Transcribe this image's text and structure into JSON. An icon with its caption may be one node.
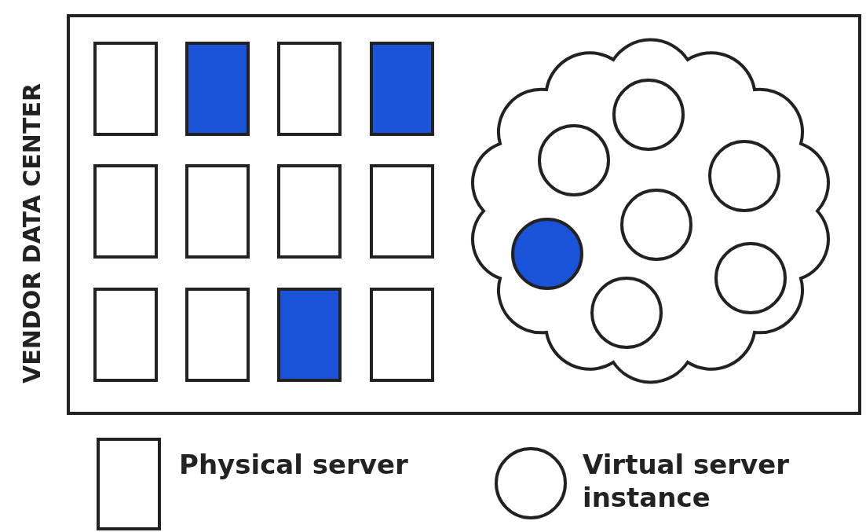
{
  "diagram": {
    "nodes": [
      {
        "text": [
          "VENDOR DATA CENTER"
        ]
      },
      {
        "text": [],
        "shape": "box",
        "in": 0
      },
      {
        "text": [],
        "shape": "box",
        "in": 0
      },
      {
        "text": [],
        "shape": "box",
        "in": 0
      },
      {
        "text": [],
        "shape": "box",
        "in": 0
      },
      {
        "text": [],
        "shape": "box",
        "in": 0
      },
      {
        "text": [],
        "shape": "box",
        "in": 0
      },
      {
        "text": [],
        "shape": "box",
        "in": 0
      },
      {
        "text": [],
        "shape": "box",
        "in": 0
      },
      {
        "text": [],
        "shape": "box",
        "in": 0
      },
      {
        "text": [],
        "shape": "box",
        "in": 0
      },
      {
        "text": [],
        "shape": "box",
        "in": 0
      },
      {
        "text": [],
        "shape": "box",
        "in": 0
      },
      {
        "text": [],
        "shape": "cloud",
        "in": 0
      },
      {
        "text": [],
        "shape": "circle",
        "in": 13
      },
      {
        "text": [],
        "shape": "circle",
        "in": 13
      },
      {
        "text": [],
        "shape": "circle",
        "in": 13
      },
      {
        "text": [],
        "shape": "circle",
        "in": 13
      },
      {
        "text": [],
        "shape": "circle",
        "in": 13
      },
      {
        "text": [],
        "shape": "circle",
        "in": 13
      },
      {
        "text": [],
        "shape": "circle",
        "in": 13
      },
      {
        "text": [],
        "shape": "box"
      },
      {
        "text": [],
        "shape": "circle"
      }
    ],
    "legend": [
      {
        "text": "Physical server"
      },
      {
        "text": "Virtual server instance"
      }
    ]
  }
}
